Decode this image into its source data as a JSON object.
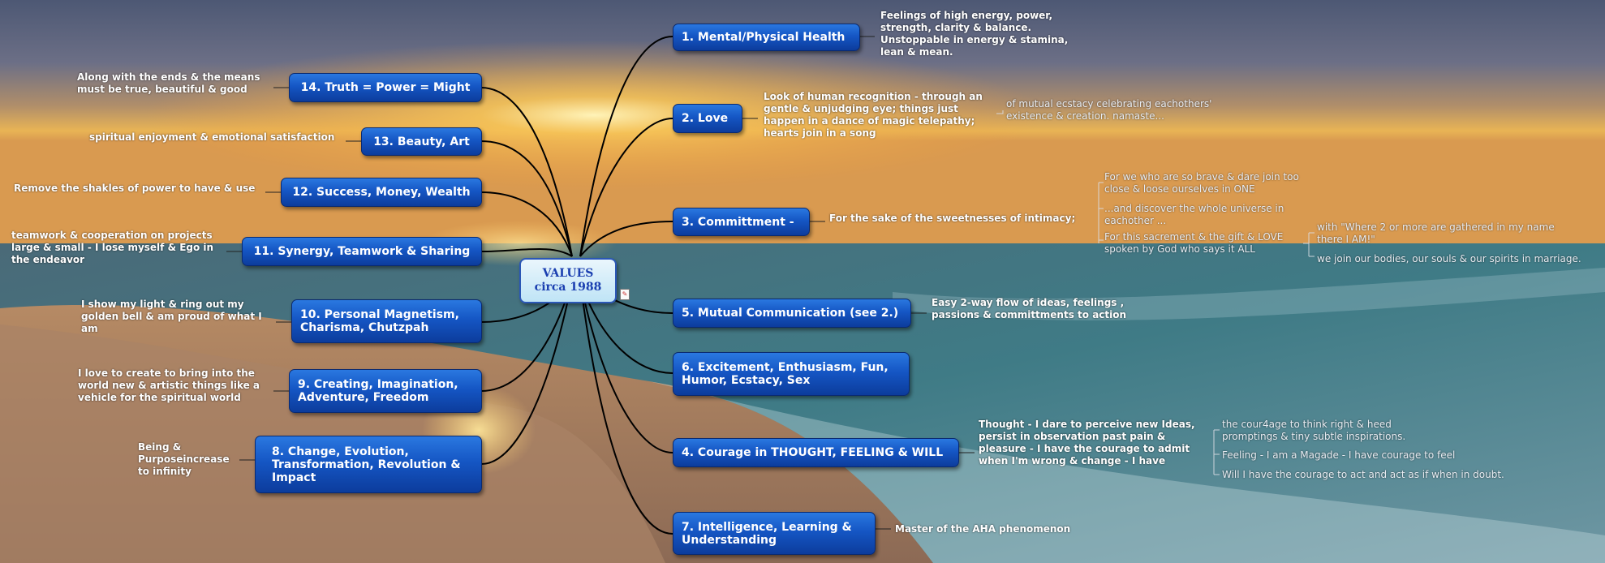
{
  "center": {
    "line1": "VALUES",
    "line2": "circa 1988"
  },
  "nodes": {
    "n1": "1. Mental/Physical Health",
    "n2": "2. Love",
    "n3": "3. Committment -",
    "n5": "5. Mutual Communication (see 2.)",
    "n6": "6. Excitement, Enthusiasm, Fun, Humor, Ecstacy, Sex",
    "n4": "4. Courage in THOUGHT, FEELING & WILL",
    "n7": "7. Intelligence, Learning & Understanding",
    "n14": "14. Truth = Power = Might",
    "n13": "13. Beauty, Art",
    "n12": "12. Success, Money, Wealth",
    "n11": "11. Synergy, Teamwork & Sharing",
    "n10": "10. Personal Magnetism, Charisma, Chutzpah",
    "n9": "9. Creating, Imagination, Adventure, Freedom",
    "n8": "8. Change, Evolution, Transformation, Revolution & Impact"
  },
  "notes": {
    "n1": "Feelings of high energy, power, strength, clarity & balance. Unstoppable in energy & stamina, lean & mean.",
    "n2": "Look of human recognition - through an gentle & unjudging eye; things just happen in a dance of magic telepathy; hearts join in a song",
    "n2_sub": "of mutual ecstacy celebrating eachothers' existence & creation. namaste...",
    "n3": "For the sake of the sweetnesses of intimacy;",
    "n3_sub1": "For we who are so brave & dare join too close & loose ourselves in ONE",
    "n3_sub2": "...and discover the whole universe in eachother ...",
    "n3_sub3": "For this sacrement & the gift & LOVE spoken by God who says it ALL",
    "n3_sub3a": "with \"Where 2 or more are gathered in my name there I AM!\"",
    "n3_sub3b": "we join our bodies, our souls & our spirits in marriage.",
    "n5": "Easy 2-way flow of ideas, feelings , passions & committments to action",
    "n4": "Thought - I dare to perceive new Ideas, persist in observation past pain & pleasure - I have the courage to admit when I'm wrong & change - I have",
    "n4_sub1": "the cour4age to think right & heed promptings & tiny subtle inspirations.",
    "n4_sub2": "Feeling - I am a Magade - I have courage to feel",
    "n4_sub3": "Will I have the courage to act and act as if when in doubt.",
    "n7": "Master of the AHA phenomenon",
    "n14": "Along with the ends & the means must be true, beautiful & good",
    "n13": "spiritual enjoyment & emotional satisfaction",
    "n12": "Remove the shakles of power to have & use",
    "n11": "teamwork & cooperation on projects large & small  - I lose myself & Ego in the endeavor",
    "n10": "I show my light & ring out my golden bell & am proud of what I am",
    "n9": "I love to create to bring into the world new & artistic things like a vehicle for the spiritual world",
    "n8": "Being & Purposeincrease to infinity"
  },
  "colors": {
    "node_top": "#2a78e0",
    "node_bottom": "#0c3c9c",
    "center_text": "#1b3fb0",
    "center_bg": "#d6eef9",
    "sky_dusk": "#5c6784",
    "sunset": "#f2b441",
    "sea": "#2f6f7f"
  },
  "icons": {
    "note": "note-icon"
  }
}
